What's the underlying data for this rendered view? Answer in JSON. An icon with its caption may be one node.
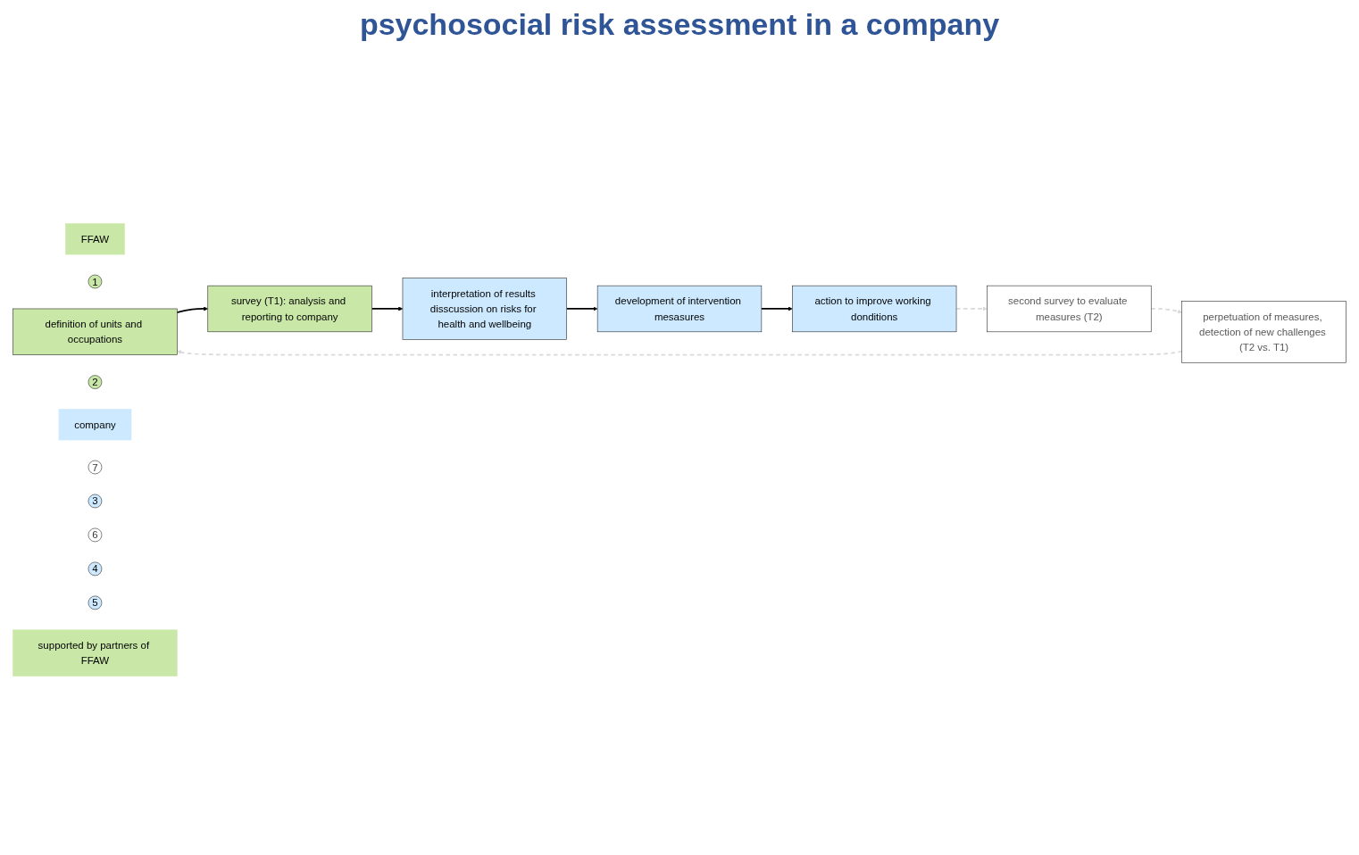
{
  "diagram": {
    "title": "psychosocial risk assessment in a company",
    "nodes": [
      {
        "text": [
          "FFAW"
        ]
      },
      {
        "text": [
          "1"
        ]
      },
      {
        "text": [
          "definition of units and occupations"
        ]
      },
      {
        "text": [
          "2"
        ]
      },
      {
        "text": [
          "survey (T1): analysis and reporting to company"
        ]
      },
      {
        "text": [
          "company"
        ]
      },
      {
        "text": [
          "7"
        ]
      },
      {
        "text": [
          "3"
        ]
      },
      {
        "text": [
          "perpetuation of measures, detection of new challenges (T2 vs. T1)"
        ]
      },
      {
        "text": [
          "interpretation of results disscussion on risks for health and wellbeing"
        ]
      },
      {
        "text": [
          "6"
        ]
      },
      {
        "text": [
          "4"
        ]
      },
      {
        "text": [
          "development of intervention mesasures"
        ]
      },
      {
        "text": [
          "second survey to evaluate measures (T2)"
        ]
      },
      {
        "text": [
          "5"
        ]
      },
      {
        "text": [
          "supported by partners of FFAW"
        ]
      },
      {
        "text": [
          "action to improve working donditions"
        ]
      }
    ],
    "edges": [
      {
        "from": 2,
        "to": 4,
        "arrow": "to"
      },
      {
        "from": 4,
        "to": 9,
        "arrow": "to"
      },
      {
        "from": 9,
        "to": 12,
        "arrow": "to"
      },
      {
        "from": 12,
        "to": 16,
        "arrow": "to"
      },
      {
        "from": 16,
        "to": 13,
        "arrow": "to",
        "style": "dashed",
        "color": "#d9d9d9"
      },
      {
        "from": 13,
        "to": 8,
        "arrow": "to",
        "style": "dashed",
        "color": "#d9d9d9"
      },
      {
        "from": 8,
        "to": 2,
        "arrow": "to",
        "style": "dashed",
        "color": "#d9d9d9"
      }
    ]
  }
}
